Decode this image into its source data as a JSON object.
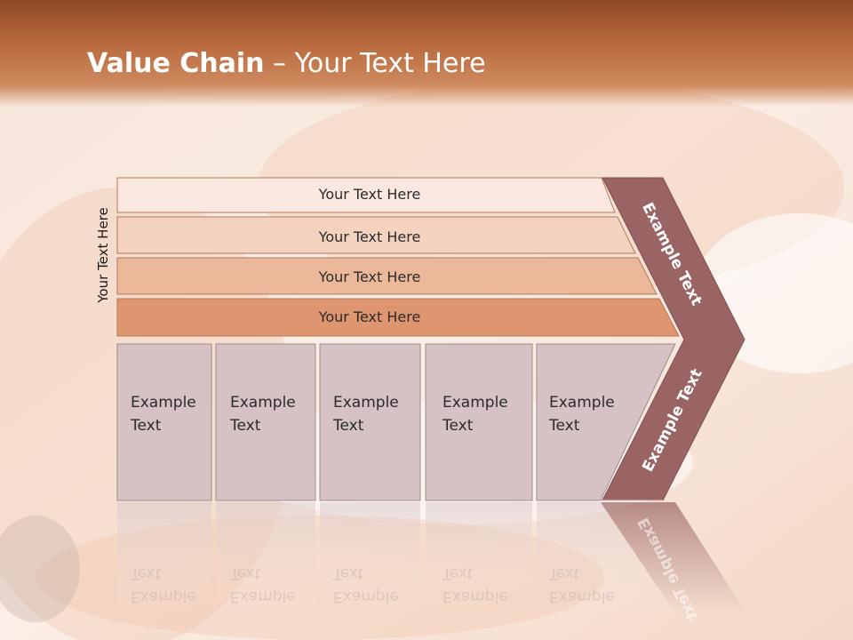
{
  "slide": {
    "title_bold": "Value Chain",
    "title_rest": " – Your Text Here",
    "vertical_label": "Your Text Here"
  },
  "rows": [
    {
      "label": "Your Text Here",
      "color": "#fae8e0"
    },
    {
      "label": "Your Text Here",
      "color": "#f3d2c0"
    },
    {
      "label": "Your Text Here",
      "color": "#ebb899"
    },
    {
      "label": "Your Text Here",
      "color": "#df9570"
    }
  ],
  "columns": [
    {
      "line1": "Example",
      "line2": "Text"
    },
    {
      "line1": "Example",
      "line2": "Text"
    },
    {
      "line1": "Example",
      "line2": "Text"
    },
    {
      "line1": "Example",
      "line2": "Text"
    },
    {
      "line1": "Example",
      "line2": "Text"
    }
  ],
  "arrow": {
    "upper_label": "Example Text",
    "lower_label": "Example Text",
    "color": "#9a6464"
  },
  "colors": {
    "header": "#b8693d",
    "column_fill": "#d6c2c4",
    "border": "#b07a5a"
  }
}
